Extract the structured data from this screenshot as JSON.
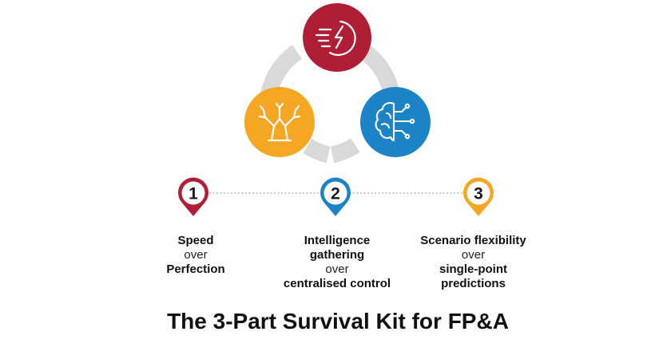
{
  "pillars": [
    {
      "number": "1",
      "line1": "Speed",
      "line2": "over",
      "line3": "Perfection",
      "color": "#B01E36",
      "icon": "speed-lightning-icon"
    },
    {
      "number": "2",
      "line1": "Intelligence",
      "line2": "gathering",
      "line3": "over",
      "line4": "centralised control",
      "color": "#1C84C6",
      "icon": "brain-circuit-icon"
    },
    {
      "number": "3",
      "line1": "Scenario flexibility",
      "line2": "over",
      "line3": "single-point",
      "line4": "predictions",
      "color": "#F5A623",
      "icon": "branching-tree-icon"
    }
  ],
  "title": "The 3-Part Survival Kit for FP&A",
  "colors": {
    "ring": "#D9D9D9",
    "connector": "#B8B8B8",
    "text": "#111111"
  }
}
